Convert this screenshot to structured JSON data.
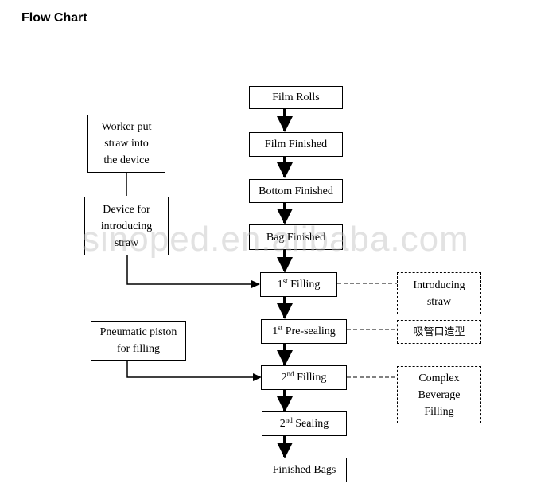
{
  "title": "Flow Chart",
  "watermark": "sinoped.en.alibaba.com",
  "main_flow": {
    "film_rolls": "Film Rolls",
    "film_finished": "Film Finished",
    "bottom_finished": "Bottom Finished",
    "bag_finished": "Bag Finished",
    "first_filling": {
      "ordinal": "1",
      "sup": "st",
      "text": " Filling"
    },
    "first_presealing": {
      "ordinal": "1",
      "sup": "st",
      "text": " Pre-sealing"
    },
    "second_filling": {
      "ordinal": "2",
      "sup": "nd",
      "text": " Filling"
    },
    "second_sealing": {
      "ordinal": "2",
      "sup": "nd",
      "text": " Sealing"
    },
    "finished_bags": "Finished Bags"
  },
  "left_inputs": {
    "worker": "Worker put\nstraw into\nthe device",
    "device": "Device for\nintroducing\nstraw",
    "piston": "Pneumatic piston\nfor filling"
  },
  "notes": {
    "introducing_straw": "Introducing\nstraw",
    "straw_shaping": "吸管口造型",
    "complex_filling": "Complex\nBeverage\nFilling"
  }
}
